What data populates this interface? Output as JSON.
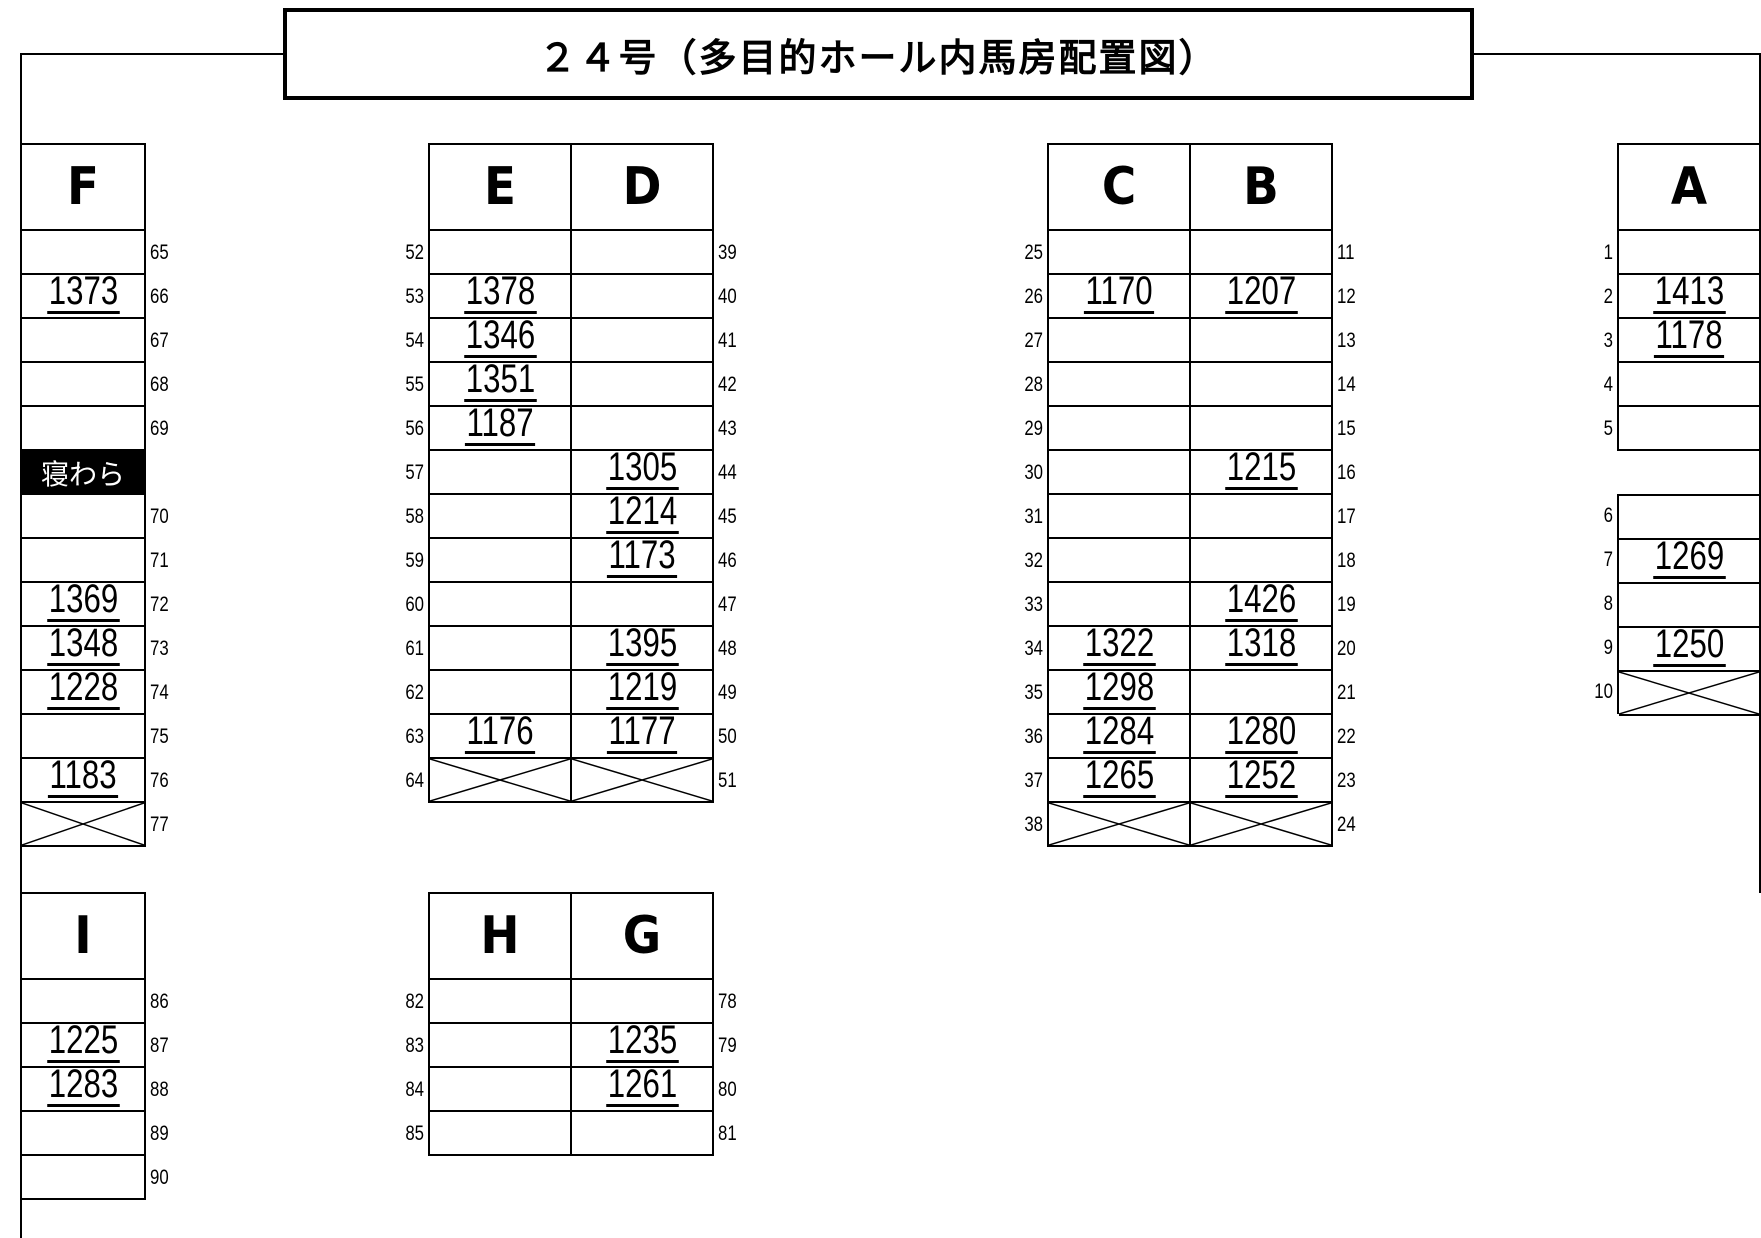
{
  "title": "２４号（多目的ホール内馬房配置図）",
  "straw_label": "寝わら",
  "sections": {
    "F": {
      "label": "F",
      "stalls": [
        {
          "no": "65",
          "horse": ""
        },
        {
          "no": "66",
          "horse": "1373"
        },
        {
          "no": "67",
          "horse": ""
        },
        {
          "no": "68",
          "horse": ""
        },
        {
          "no": "69",
          "horse": ""
        },
        {
          "no": "",
          "horse": ""
        },
        {
          "no": "70",
          "horse": ""
        },
        {
          "no": "71",
          "horse": ""
        },
        {
          "no": "72",
          "horse": "1369"
        },
        {
          "no": "73",
          "horse": "1348"
        },
        {
          "no": "74",
          "horse": "1228"
        },
        {
          "no": "75",
          "horse": ""
        },
        {
          "no": "76",
          "horse": "1183"
        },
        {
          "no": "77",
          "horse": ""
        }
      ]
    },
    "E": {
      "label": "E",
      "stalls": [
        {
          "no": "52",
          "horse": ""
        },
        {
          "no": "53",
          "horse": "1378"
        },
        {
          "no": "54",
          "horse": "1346"
        },
        {
          "no": "55",
          "horse": "1351"
        },
        {
          "no": "56",
          "horse": "1187"
        },
        {
          "no": "57",
          "horse": ""
        },
        {
          "no": "58",
          "horse": ""
        },
        {
          "no": "59",
          "horse": ""
        },
        {
          "no": "60",
          "horse": ""
        },
        {
          "no": "61",
          "horse": ""
        },
        {
          "no": "62",
          "horse": ""
        },
        {
          "no": "63",
          "horse": "1176"
        },
        {
          "no": "64",
          "horse": ""
        }
      ]
    },
    "D": {
      "label": "D",
      "stalls": [
        {
          "no": "39",
          "horse": ""
        },
        {
          "no": "40",
          "horse": ""
        },
        {
          "no": "41",
          "horse": ""
        },
        {
          "no": "42",
          "horse": ""
        },
        {
          "no": "43",
          "horse": ""
        },
        {
          "no": "44",
          "horse": "1305"
        },
        {
          "no": "45",
          "horse": "1214"
        },
        {
          "no": "46",
          "horse": "1173"
        },
        {
          "no": "47",
          "horse": ""
        },
        {
          "no": "48",
          "horse": "1395"
        },
        {
          "no": "49",
          "horse": "1219"
        },
        {
          "no": "50",
          "horse": "1177"
        },
        {
          "no": "51",
          "horse": ""
        }
      ]
    },
    "C": {
      "label": "C",
      "stalls": [
        {
          "no": "25",
          "horse": ""
        },
        {
          "no": "26",
          "horse": "1170"
        },
        {
          "no": "27",
          "horse": ""
        },
        {
          "no": "28",
          "horse": ""
        },
        {
          "no": "29",
          "horse": ""
        },
        {
          "no": "30",
          "horse": ""
        },
        {
          "no": "31",
          "horse": ""
        },
        {
          "no": "32",
          "horse": ""
        },
        {
          "no": "33",
          "horse": ""
        },
        {
          "no": "34",
          "horse": "1322"
        },
        {
          "no": "35",
          "horse": "1298"
        },
        {
          "no": "36",
          "horse": "1284"
        },
        {
          "no": "37",
          "horse": "1265"
        },
        {
          "no": "38",
          "horse": ""
        }
      ]
    },
    "B": {
      "label": "B",
      "stalls": [
        {
          "no": "11",
          "horse": ""
        },
        {
          "no": "12",
          "horse": "1207"
        },
        {
          "no": "13",
          "horse": ""
        },
        {
          "no": "14",
          "horse": ""
        },
        {
          "no": "15",
          "horse": ""
        },
        {
          "no": "16",
          "horse": "1215"
        },
        {
          "no": "17",
          "horse": ""
        },
        {
          "no": "18",
          "horse": ""
        },
        {
          "no": "19",
          "horse": "1426"
        },
        {
          "no": "20",
          "horse": "1318"
        },
        {
          "no": "21",
          "horse": ""
        },
        {
          "no": "22",
          "horse": "1280"
        },
        {
          "no": "23",
          "horse": "1252"
        },
        {
          "no": "24",
          "horse": ""
        }
      ]
    },
    "A1": {
      "label": "A",
      "stalls": [
        {
          "no": "1",
          "horse": ""
        },
        {
          "no": "2",
          "horse": "1413"
        },
        {
          "no": "3",
          "horse": "1178"
        },
        {
          "no": "4",
          "horse": ""
        },
        {
          "no": "5",
          "horse": ""
        }
      ]
    },
    "A2": {
      "stalls": [
        {
          "no": "6",
          "horse": ""
        },
        {
          "no": "7",
          "horse": "1269"
        },
        {
          "no": "8",
          "horse": ""
        },
        {
          "no": "9",
          "horse": "1250"
        },
        {
          "no": "10",
          "horse": ""
        }
      ]
    },
    "I": {
      "label": "I",
      "stalls": [
        {
          "no": "86",
          "horse": ""
        },
        {
          "no": "87",
          "horse": "1225"
        },
        {
          "no": "88",
          "horse": "1283"
        },
        {
          "no": "89",
          "horse": ""
        },
        {
          "no": "90",
          "horse": ""
        }
      ]
    },
    "H": {
      "label": "H",
      "stalls": [
        {
          "no": "82",
          "horse": ""
        },
        {
          "no": "83",
          "horse": ""
        },
        {
          "no": "84",
          "horse": ""
        },
        {
          "no": "85",
          "horse": ""
        }
      ]
    },
    "G": {
      "label": "G",
      "stalls": [
        {
          "no": "78",
          "horse": ""
        },
        {
          "no": "79",
          "horse": "1235"
        },
        {
          "no": "80",
          "horse": "1261"
        },
        {
          "no": "81",
          "horse": ""
        }
      ]
    }
  },
  "crossed_stalls": [
    "77",
    "64",
    "51",
    "38",
    "24",
    "10"
  ]
}
